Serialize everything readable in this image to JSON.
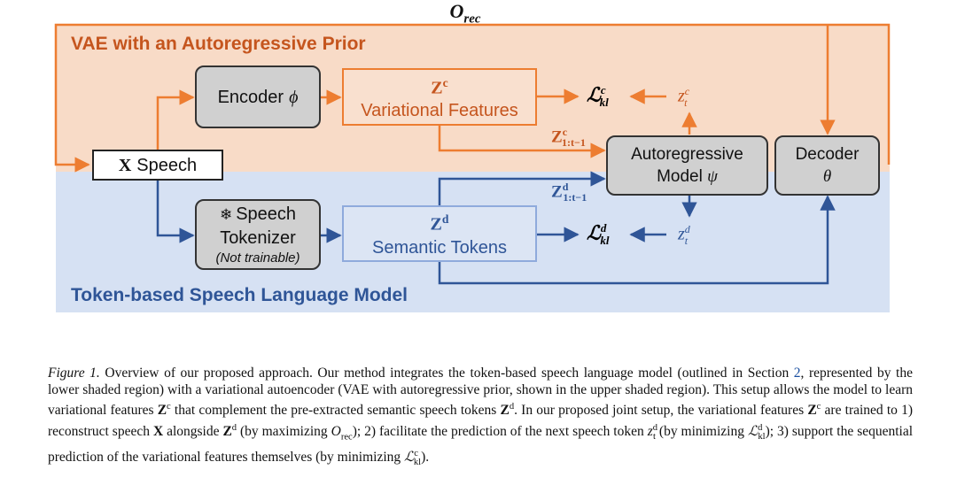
{
  "top_label": "O",
  "top_label_sub": "rec",
  "regions": {
    "top": "VAE with an Autoregressive Prior",
    "bottom": "Token-based Speech Language Model"
  },
  "boxes": {
    "input_label": "X",
    "input_text": "Speech",
    "encoder": "Encoder",
    "encoder_sym": "ϕ",
    "variational_sym": "Z",
    "variational_sym_sup": "c",
    "variational_text": "Variational Features",
    "tokenizer_line1": "Speech",
    "tokenizer_line2": "Tokenizer",
    "tokenizer_note": "(Not trainable)",
    "semantic_sym": "Z",
    "semantic_sym_sup": "d",
    "semantic_text": "Semantic Tokens",
    "ar_line1": "Autoregressive",
    "ar_line2": "Model",
    "ar_sym": "ψ",
    "decoder_line1": "Decoder",
    "decoder_sym": "θ"
  },
  "math_labels": {
    "loss_c": "ℒ",
    "loss_c_sup": "c",
    "loss_c_sub": "kl",
    "z_c": "z",
    "z_c_sup": "c",
    "z_c_sub": "t",
    "prefix_c": "Z",
    "prefix_c_sup": "c",
    "prefix_c_sub": "1:t−1",
    "prefix_d": "Z",
    "prefix_d_sup": "d",
    "prefix_d_sub": "1:t−1",
    "loss_d": "ℒ",
    "loss_d_sup": "d",
    "loss_d_sub": "kl",
    "z_d": "z",
    "z_d_sup": "d",
    "z_d_sub": "t"
  },
  "colors": {
    "orange_region": "#f8dbc7",
    "blue_region": "#d6e1f3",
    "orange_line": "#ed7d31",
    "blue_line": "#2f5597"
  },
  "caption": {
    "label": "Figure 1.",
    "s1": " Overview of our proposed approach. Our method integrates the token-based speech language model (outlined in Section ",
    "section_ref": "2",
    "s2": ", represented by the lower shaded region) with a variational autoencoder (VAE with autoregressive prior, shown in the upper shaded region). This setup allows the model to learn variational features ",
    "zc": "Z",
    "zc_sup": "c",
    "s3": " that complement the pre-extracted semantic speech tokens ",
    "zd": "Z",
    "zd_sup": "d",
    "s4": ". In our proposed joint setup, the variational features ",
    "zc2": "Z",
    "zc2_sup": "c",
    "s5": " are trained to 1) reconstruct speech ",
    "x": "X",
    "s6": " alongside ",
    "zd2": "Z",
    "zd2_sup": "d",
    "s7": " (by maximizing ",
    "orec": "O",
    "orec_sub": "rec",
    "s8": "); 2) facilitate the prediction of the next speech token ",
    "ztd": "z",
    "ztd_sup": "d",
    "ztd_sub": "t",
    "s9": " (by minimizing ",
    "lkld": "ℒ",
    "lkld_sup": "d",
    "lkld_sub": "kl",
    "s10": "); 3) support the sequential prediction of the variational features themselves (by minimizing ",
    "lklc": "ℒ",
    "lklc_sup": "c",
    "lklc_sub": "kl",
    "s11": ")."
  }
}
